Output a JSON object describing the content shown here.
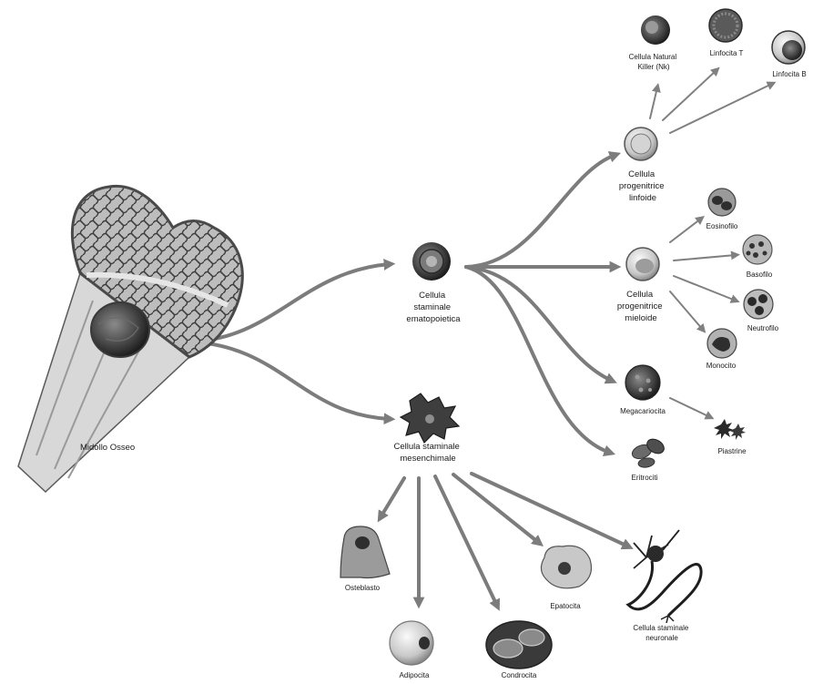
{
  "labels": {
    "bone_marrow": "Midollo Osseo",
    "hsc": [
      "Cellula",
      "staminale",
      "ematopoietica"
    ],
    "msc": [
      "Cellula staminale",
      "mesenchimale"
    ],
    "lymphoid_progenitor": [
      "Cellula",
      "progenitrice",
      "linfoide"
    ],
    "myeloid_progenitor": [
      "Cellula",
      "progenitrice",
      "mieloide"
    ],
    "nk_cell": [
      "Cellula Natural",
      "Killer (Nk)"
    ],
    "t_cell": "Linfocita T",
    "b_cell": "Linfocita B",
    "eosinophil": "Eosinofilo",
    "basophil": "Basofilo",
    "neutrophil": "Neutrofilo",
    "monocyte": "Monocito",
    "megakaryocyte": "Megacariocita",
    "platelets": "Piastrine",
    "erythrocytes": "Eritrociti",
    "osteoblast": "Osteblasto",
    "adipocyte": "Adipocita",
    "chondrocyte": "Condrocita",
    "hepatocyte": "Epatocita",
    "neural_stem_cell": [
      "Cellula staminale",
      "neuronale"
    ]
  },
  "colors": {
    "arrow": "#7c7c7c",
    "text": "#1a1a1a",
    "background": "#ffffff"
  }
}
